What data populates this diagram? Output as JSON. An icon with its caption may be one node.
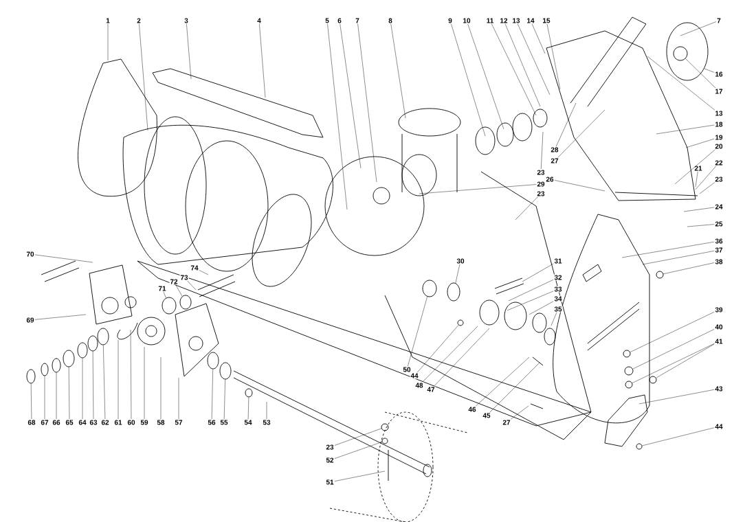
{
  "diagram": {
    "nodes": [
      {
        "text": [
          "1"
        ]
      },
      {
        "text": [
          "2"
        ]
      },
      {
        "text": [
          "3"
        ]
      },
      {
        "text": [
          "4"
        ]
      },
      {
        "text": [
          "5"
        ]
      },
      {
        "text": [
          "6"
        ]
      },
      {
        "text": [
          "7"
        ]
      },
      {
        "text": [
          "8"
        ]
      },
      {
        "text": [
          "9"
        ]
      },
      {
        "text": [
          "10"
        ]
      },
      {
        "text": [
          "11"
        ]
      },
      {
        "text": [
          "12"
        ]
      },
      {
        "text": [
          "13"
        ]
      },
      {
        "text": [
          "14"
        ]
      },
      {
        "text": [
          "15"
        ]
      },
      {
        "text": [
          "7"
        ]
      },
      {
        "text": [
          "16"
        ]
      },
      {
        "text": [
          "17"
        ]
      },
      {
        "text": [
          "13"
        ]
      },
      {
        "text": [
          "18"
        ]
      },
      {
        "text": [
          "19"
        ]
      },
      {
        "text": [
          "20"
        ]
      },
      {
        "text": [
          "21"
        ]
      },
      {
        "text": [
          "22"
        ]
      },
      {
        "text": [
          "23"
        ]
      },
      {
        "text": [
          "28"
        ]
      },
      {
        "text": [
          "27"
        ]
      },
      {
        "text": [
          "23"
        ]
      },
      {
        "text": [
          "26"
        ]
      },
      {
        "text": [
          "29"
        ]
      },
      {
        "text": [
          "23"
        ]
      },
      {
        "text": [
          "24"
        ]
      },
      {
        "text": [
          "25"
        ]
      },
      {
        "text": [
          "36"
        ]
      },
      {
        "text": [
          "37"
        ]
      },
      {
        "text": [
          "38"
        ]
      },
      {
        "text": [
          "30"
        ]
      },
      {
        "text": [
          "31"
        ]
      },
      {
        "text": [
          "32"
        ]
      },
      {
        "text": [
          "33"
        ]
      },
      {
        "text": [
          "34"
        ]
      },
      {
        "text": [
          "35"
        ]
      },
      {
        "text": [
          "39"
        ]
      },
      {
        "text": [
          "40"
        ]
      },
      {
        "text": [
          "41"
        ]
      },
      {
        "text": [
          "43"
        ]
      },
      {
        "text": [
          "44"
        ]
      },
      {
        "text": [
          "70"
        ]
      },
      {
        "text": [
          "69"
        ]
      },
      {
        "text": [
          "71"
        ]
      },
      {
        "text": [
          "72"
        ]
      },
      {
        "text": [
          "73"
        ]
      },
      {
        "text": [
          "74"
        ]
      },
      {
        "text": [
          "50"
        ]
      },
      {
        "text": [
          "44"
        ]
      },
      {
        "text": [
          "48"
        ]
      },
      {
        "text": [
          "47"
        ]
      },
      {
        "text": [
          "46"
        ]
      },
      {
        "text": [
          "45"
        ]
      },
      {
        "text": [
          "27"
        ]
      },
      {
        "text": [
          "23"
        ]
      },
      {
        "text": [
          "52"
        ]
      },
      {
        "text": [
          "51"
        ]
      },
      {
        "text": [
          "68"
        ]
      },
      {
        "text": [
          "67"
        ]
      },
      {
        "text": [
          "66"
        ]
      },
      {
        "text": [
          "65"
        ]
      },
      {
        "text": [
          "64"
        ]
      },
      {
        "text": [
          "63"
        ]
      },
      {
        "text": [
          "62"
        ]
      },
      {
        "text": [
          "61"
        ]
      },
      {
        "text": [
          "60"
        ]
      },
      {
        "text": [
          "59"
        ]
      },
      {
        "text": [
          "58"
        ]
      },
      {
        "text": [
          "57"
        ]
      },
      {
        "text": [
          "56"
        ]
      },
      {
        "text": [
          "55"
        ]
      },
      {
        "text": [
          "54"
        ]
      },
      {
        "text": [
          "53"
        ]
      },
      {
        "text": [],
        "shape": "circle"
      },
      {
        "text": [],
        "shape": "circle"
      },
      {
        "text": [],
        "shape": "circle"
      },
      {
        "text": [],
        "shape": "circle"
      },
      {
        "text": [],
        "shape": "circle"
      },
      {
        "text": [],
        "shape": "circle"
      },
      {
        "text": [],
        "shape": "circle"
      },
      {
        "text": [],
        "shape": "circle"
      },
      {
        "text": [],
        "shape": "circle"
      },
      {
        "text": [],
        "shape": "circle"
      },
      {
        "text": [],
        "shape": "circle"
      },
      {
        "text": [],
        "shape": "circle"
      },
      {
        "text": [],
        "shape": "circle"
      },
      {
        "text": [],
        "shape": "circle"
      },
      {
        "text": [],
        "shape": "circle"
      },
      {
        "text": [],
        "shape": "circle"
      },
      {
        "text": [],
        "shape": "circle"
      },
      {
        "text": [],
        "shape": "circle"
      },
      {
        "text": [],
        "shape": "circle"
      },
      {
        "text": [],
        "shape": "circle"
      },
      {
        "text": [],
        "shape": "circle"
      },
      {
        "text": [],
        "shape": "circle"
      },
      {
        "text": [],
        "shape": "circle"
      },
      {
        "text": [],
        "shape": "circle"
      }
    ],
    "edges": [
      {
        "from": 0,
        "to": null,
        "arrow": "none"
      },
      {
        "from": 1,
        "to": null,
        "arrow": "none"
      },
      {
        "from": 2,
        "to": null,
        "arrow": "none"
      },
      {
        "from": 3,
        "to": null,
        "arrow": "none"
      },
      {
        "from": 4,
        "to": null,
        "arrow": "none"
      },
      {
        "from": 5,
        "to": null,
        "arrow": "none"
      },
      {
        "from": 6,
        "to": null,
        "arrow": "none"
      },
      {
        "from": 7,
        "to": null,
        "arrow": "none"
      },
      {
        "from": 8,
        "to": null,
        "arrow": "none"
      },
      {
        "from": 9,
        "to": null,
        "arrow": "none"
      },
      {
        "from": 10,
        "to": null,
        "arrow": "none"
      },
      {
        "from": 11,
        "to": null,
        "arrow": "none"
      },
      {
        "from": 12,
        "to": null,
        "arrow": "none"
      },
      {
        "from": 13,
        "to": null,
        "arrow": "none"
      },
      {
        "from": 14,
        "to": null,
        "arrow": "none"
      },
      {
        "from": 15,
        "to": null,
        "arrow": "none"
      },
      {
        "from": 16,
        "to": null,
        "arrow": "none"
      },
      {
        "from": 17,
        "to": 79,
        "arrow": "none"
      },
      {
        "from": 18,
        "to": null,
        "arrow": "none"
      },
      {
        "from": 19,
        "to": null,
        "arrow": "none"
      },
      {
        "from": 20,
        "to": null,
        "arrow": "none"
      },
      {
        "from": 21,
        "to": null,
        "arrow": "none"
      },
      {
        "from": 22,
        "to": null,
        "arrow": "none"
      },
      {
        "from": 23,
        "to": null,
        "arrow": "none"
      },
      {
        "from": 24,
        "to": null,
        "arrow": "none"
      },
      {
        "from": 25,
        "to": null,
        "arrow": "none"
      },
      {
        "from": 26,
        "to": null,
        "arrow": "none"
      },
      {
        "from": 27,
        "to": null,
        "arrow": "none"
      },
      {
        "from": 28,
        "to": null,
        "arrow": "none"
      },
      {
        "from": 29,
        "to": null,
        "arrow": "none"
      },
      {
        "from": 30,
        "to": null,
        "arrow": "none"
      },
      {
        "from": 31,
        "to": null,
        "arrow": "none"
      },
      {
        "from": 32,
        "to": null,
        "arrow": "none"
      },
      {
        "from": 33,
        "to": null,
        "arrow": "none"
      },
      {
        "from": 34,
        "to": null,
        "arrow": "none"
      },
      {
        "from": 35,
        "to": 86,
        "arrow": "none"
      },
      {
        "from": 36,
        "to": 80,
        "arrow": "none"
      },
      {
        "from": 37,
        "to": null,
        "arrow": "none"
      },
      {
        "from": 38,
        "to": null,
        "arrow": "none"
      },
      {
        "from": 39,
        "to": null,
        "arrow": "none"
      },
      {
        "from": 40,
        "to": null,
        "arrow": "none"
      },
      {
        "from": 41,
        "to": null,
        "arrow": "none"
      },
      {
        "from": 42,
        "to": 81,
        "arrow": "none"
      },
      {
        "from": 43,
        "to": 82,
        "arrow": "none"
      },
      {
        "from": 44,
        "to": 83,
        "arrow": "none"
      },
      {
        "from": 44,
        "to": 84,
        "arrow": "none"
      },
      {
        "from": 45,
        "to": null,
        "arrow": "none"
      },
      {
        "from": 46,
        "to": 85,
        "arrow": "none"
      },
      {
        "from": 47,
        "to": null,
        "arrow": "none"
      },
      {
        "from": 48,
        "to": null,
        "arrow": "none"
      },
      {
        "from": 49,
        "to": 87,
        "arrow": "none"
      },
      {
        "from": 50,
        "to": 88,
        "arrow": "none"
      },
      {
        "from": 51,
        "to": null,
        "arrow": "none"
      },
      {
        "from": 52,
        "to": null,
        "arrow": "none"
      },
      {
        "from": 53,
        "to": 89,
        "arrow": "none"
      },
      {
        "from": 54,
        "to": 90,
        "arrow": "none"
      },
      {
        "from": 55,
        "to": null,
        "arrow": "none"
      },
      {
        "from": 56,
        "to": null,
        "arrow": "none"
      },
      {
        "from": 57,
        "to": null,
        "arrow": "none"
      },
      {
        "from": 58,
        "to": null,
        "arrow": "none"
      },
      {
        "from": 59,
        "to": null,
        "arrow": "none"
      },
      {
        "from": 60,
        "to": 91,
        "arrow": "none"
      },
      {
        "from": 61,
        "to": 92,
        "arrow": "none"
      },
      {
        "from": 62,
        "to": null,
        "arrow": "none"
      },
      {
        "from": 63,
        "to": 93,
        "arrow": "none"
      },
      {
        "from": 64,
        "to": 94,
        "arrow": "none"
      },
      {
        "from": 65,
        "to": 95,
        "arrow": "none"
      },
      {
        "from": 66,
        "to": 96,
        "arrow": "none"
      },
      {
        "from": 67,
        "to": 97,
        "arrow": "none"
      },
      {
        "from": 68,
        "to": 98,
        "arrow": "none"
      },
      {
        "from": 69,
        "to": 99,
        "arrow": "none"
      },
      {
        "from": 70,
        "to": null,
        "arrow": "none"
      },
      {
        "from": 71,
        "to": null,
        "arrow": "none"
      },
      {
        "from": 72,
        "to": null,
        "arrow": "none"
      },
      {
        "from": 73,
        "to": null,
        "arrow": "none"
      },
      {
        "from": 74,
        "to": null,
        "arrow": "none"
      },
      {
        "from": 75,
        "to": 100,
        "arrow": "none"
      },
      {
        "from": 76,
        "to": 101,
        "arrow": "none"
      },
      {
        "from": 77,
        "to": 102,
        "arrow": "none"
      },
      {
        "from": 78,
        "to": null,
        "arrow": "none"
      }
    ]
  }
}
